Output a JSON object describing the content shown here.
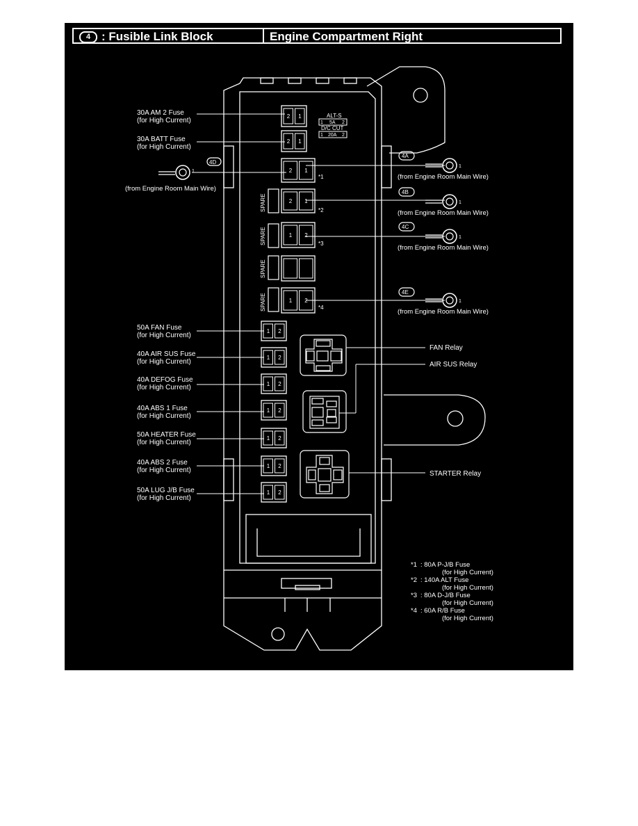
{
  "header": {
    "badge": "4",
    "block_title": ": Fusible Link Block",
    "location": "Engine Compartment Right"
  },
  "mini_fuses": {
    "top_label": "ALT-S",
    "top_cells": [
      "1",
      "5A",
      "2"
    ],
    "bottom_label": "D/C CUT",
    "bottom_cells": [
      "1",
      "20A",
      "2"
    ]
  },
  "left_labels": [
    {
      "name": "30A AM 2 Fuse",
      "sub": "(for High Current)"
    },
    {
      "name": "30A BATT Fuse",
      "sub": "(for High Current)"
    },
    {
      "name": "50A FAN Fuse",
      "sub": "(for High Current)"
    },
    {
      "name": "40A AIR SUS Fuse",
      "sub": "(for High Current)"
    },
    {
      "name": "40A DEFOG Fuse",
      "sub": "(for High Current)"
    },
    {
      "name": "40A ABS 1 Fuse",
      "sub": "(for High Current)"
    },
    {
      "name": "50A HEATER Fuse",
      "sub": "(for High Current)"
    },
    {
      "name": "40A ABS 2 Fuse",
      "sub": "(for High Current)"
    },
    {
      "name": "50A LUG J/B Fuse",
      "sub": "(for High Current)"
    }
  ],
  "connector_4D": {
    "code": "4D",
    "pin": "1",
    "label": "(from Engine Room Main Wire)"
  },
  "right_connectors": [
    {
      "code": "4A",
      "pin": "1",
      "label": "(from Engine Room Main Wire)"
    },
    {
      "code": "4B",
      "pin": "1",
      "label": "(from Engine Room Main Wire)"
    },
    {
      "code": "4C",
      "pin": "1",
      "label": "(from Engine Room Main Wire)"
    },
    {
      "code": "4E",
      "pin": "1",
      "label": "(from Engine Room Main Wire)"
    }
  ],
  "main_fuse_marks": [
    "*1",
    "*2",
    "*3",
    "*4"
  ],
  "spare_label": "SPARE",
  "relays": [
    "FAN Relay",
    "AIR SUS Relay",
    "STARTER Relay"
  ],
  "terminals": {
    "one": "1",
    "two": "2"
  },
  "notes": [
    {
      "mark": "*1",
      "text": ": 80A P-J/B Fuse",
      "sub": "(for High Current)"
    },
    {
      "mark": "*2",
      "text": ": 140A ALT Fuse",
      "sub": "(for High Current)"
    },
    {
      "mark": "*3",
      "text": ": 80A D-J/B Fuse",
      "sub": "(for High Current)"
    },
    {
      "mark": "*4",
      "text": ": 60A R/B Fuse",
      "sub": "(for High Current)"
    }
  ]
}
